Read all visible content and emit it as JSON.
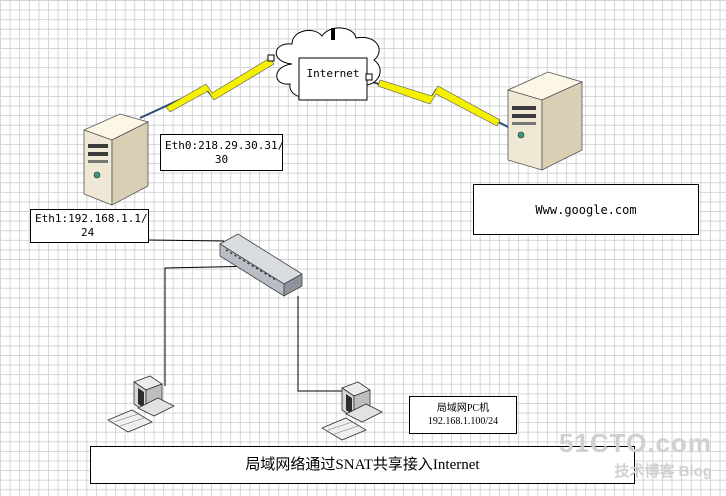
{
  "cloud": {
    "label": "Internet"
  },
  "router": {
    "eth0_line1": "Eth0:218.29.30.31/",
    "eth0_line2": "30",
    "eth1_line1": "Eth1:192.168.1.1/",
    "eth1_line2": "24"
  },
  "remote_server": {
    "label": "Www.google.com"
  },
  "lan_pc": {
    "line1": "局域网PC机",
    "line2": "192.168.1.100/24"
  },
  "caption": "局域网络通过SNAT共享接入Internet",
  "watermark": {
    "brand": "51CTO.com",
    "tagline": "技术博客 Blog"
  },
  "colors": {
    "lightning": "#f4f000",
    "link_blue": "#2e4a78",
    "server_body": "#e9e2cf"
  }
}
